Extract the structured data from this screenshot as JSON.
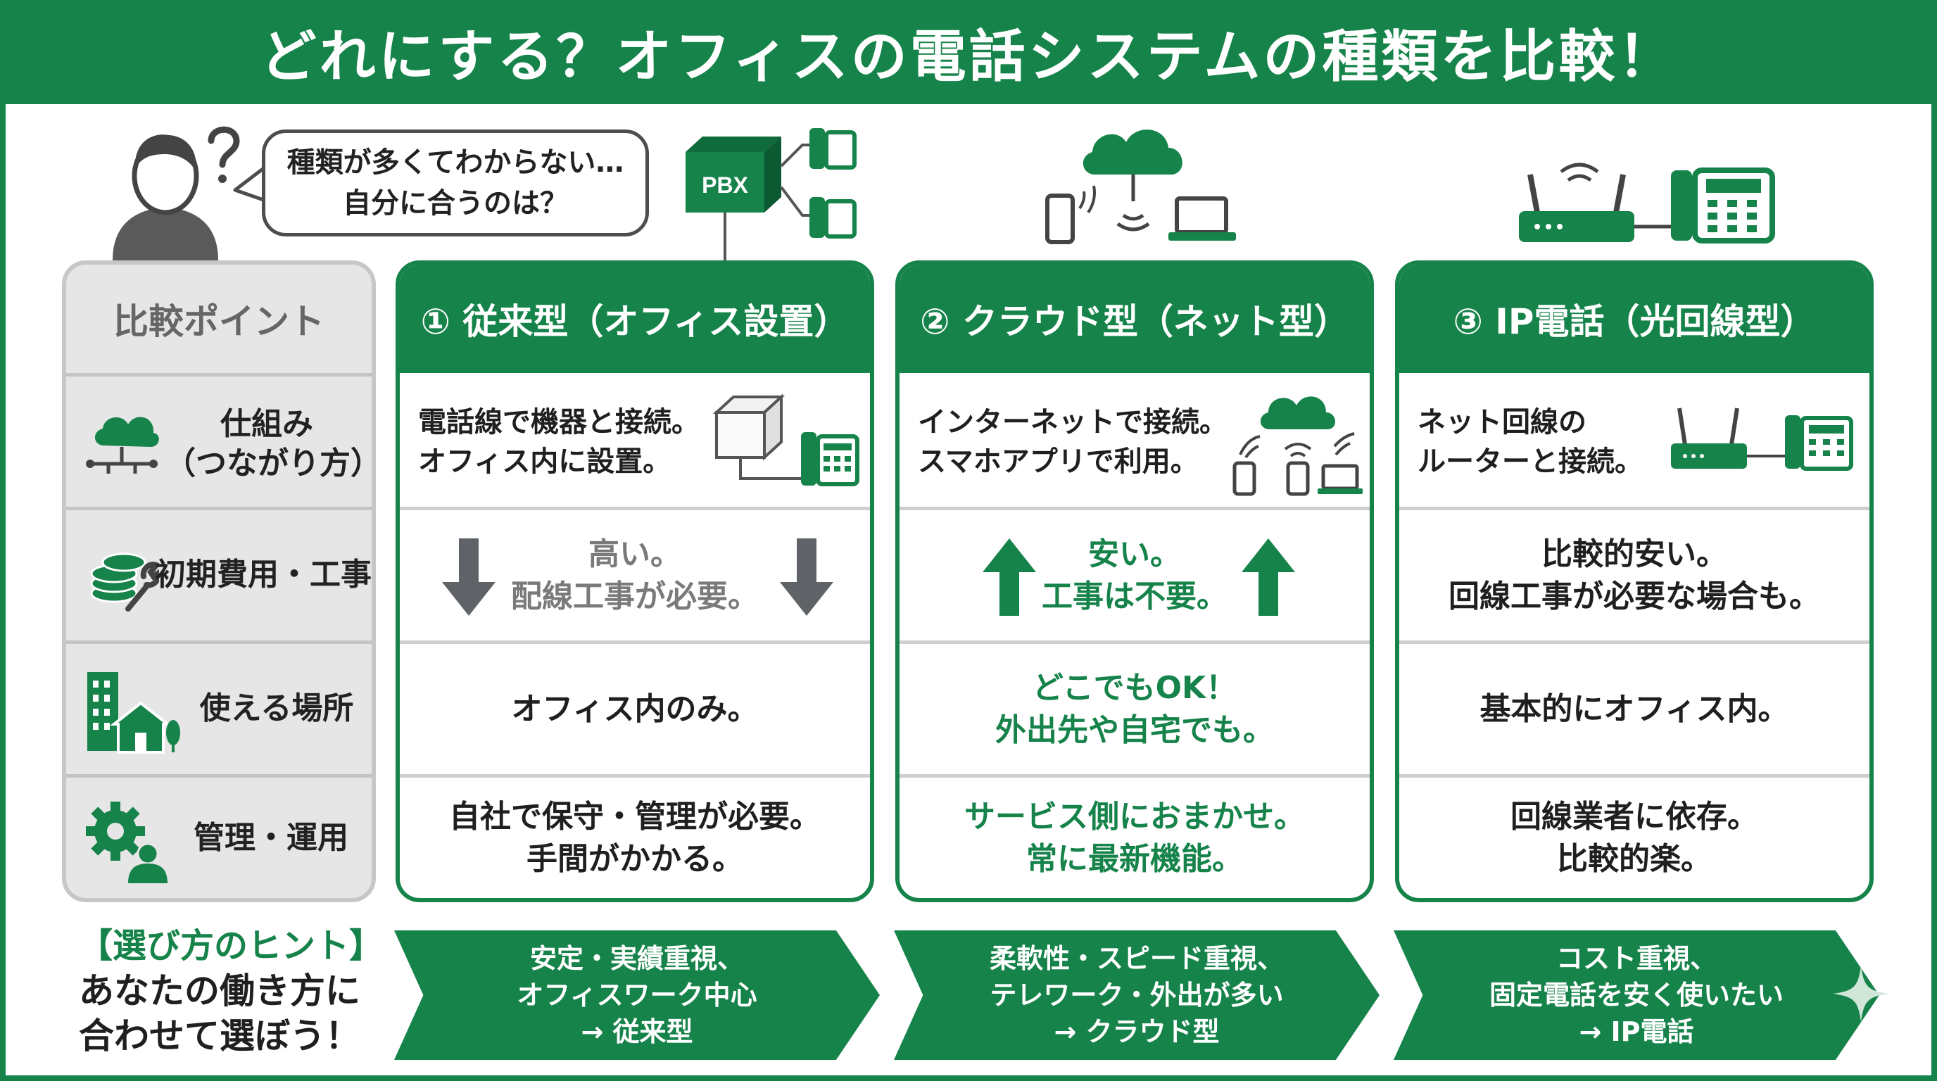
{
  "title": "どれにする？オフィスの電話システムの種類を比較！",
  "bubble": {
    "line1": "種類が多くてわからない…",
    "line2": "自分に合うのは？"
  },
  "illustrations": {
    "pbx_label": "PBX"
  },
  "labels": {
    "header": "比較ポイント",
    "rows": [
      {
        "icon": "cloud-network-icon",
        "line1": "仕組み",
        "line2": "（つながり方）"
      },
      {
        "icon": "coins-wrench-icon",
        "line1": "初期費用・工事"
      },
      {
        "icon": "building-house-icon",
        "line1": "使える場所"
      },
      {
        "icon": "gear-person-icon",
        "line1": "管理・運用"
      }
    ]
  },
  "options": [
    {
      "header": "① 従来型（オフィス設置）",
      "mechanism": [
        "電話線で機器と接続。",
        "オフィス内に設置。"
      ],
      "cost": [
        "高い。",
        "配線工事が必要。"
      ],
      "place": [
        "オフィス内のみ。"
      ],
      "management": [
        "自社で保守・管理が必要。",
        "手間がかかる。"
      ]
    },
    {
      "header": "② クラウド型（ネット型）",
      "mechanism": [
        "インターネットで接続。",
        "スマホアプリで利用。"
      ],
      "cost": [
        "安い。",
        "工事は不要。"
      ],
      "place": [
        "どこでもOK！",
        "外出先や自宅でも。"
      ],
      "management": [
        "サービス側におまかせ。",
        "常に最新機能。"
      ]
    },
    {
      "header": "③ IP電話（光回線型）",
      "mechanism": [
        "ネット回線の",
        "ルーターと接続。"
      ],
      "cost": [
        "比較的安い。",
        "回線工事が必要な場合も。"
      ],
      "place": [
        "基本的にオフィス内。"
      ],
      "management": [
        "回線業者に依存。",
        "比較的楽。"
      ]
    }
  ],
  "hint": {
    "title": "【選び方のヒント】",
    "line1": "あなたの働き方に",
    "line2": "合わせて選ぼう！"
  },
  "recommendations": [
    [
      "安定・実績重視、",
      "オフィスワーク中心",
      "→ 従来型"
    ],
    [
      "柔軟性・スピード重視、",
      "テレワーク・外出が多い",
      "→ クラウド型"
    ],
    [
      "コスト重視、",
      "固定電話を安く使いたい",
      "→ IP電話"
    ]
  ],
  "colors": {
    "brand_green": "#16834a",
    "label_gray": "#e6e6e6",
    "arrow_gray": "#5f6266"
  }
}
